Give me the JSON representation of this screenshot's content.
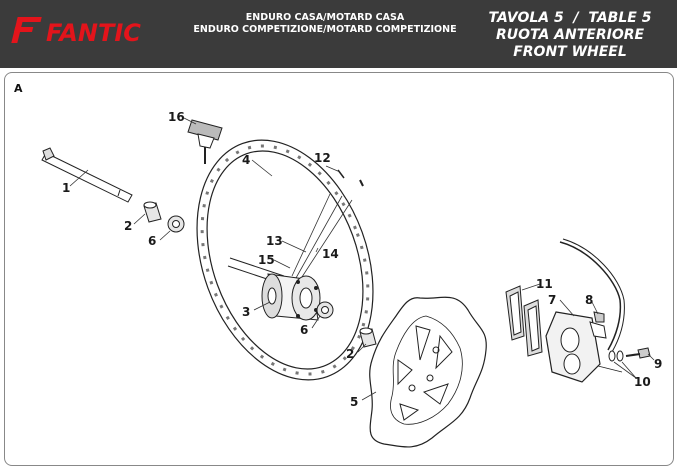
{
  "header": {
    "brand": "FANTIC",
    "models_line1": "ENDURO CASA/MOTARD CASA",
    "models_line2": "ENDURO COMPETIZIONE/MOTARD COMPETIZIONE",
    "title_line1": "TAVOLA 5  /  TABLE 5",
    "title_line2": "RUOTA ANTERIORE",
    "title_line3": "FRONT WHEEL"
  },
  "section_letter": "A",
  "callouts": {
    "axle": "1",
    "spacer_left": "2",
    "spacer_right": "2",
    "hub": "3",
    "rim": "4",
    "brake_disc": "5",
    "bearing_left": "6",
    "bearing_right": "6",
    "brake_caliper": "7",
    "bleed_screw": "8",
    "banjo_bolt": "9",
    "washers": "10",
    "brake_pads": "11",
    "nipple": "12",
    "spoke_a": "13",
    "spoke_b": "14",
    "spoke_c": "15",
    "valve_tire": "16"
  },
  "colors": {
    "header_bg": "#3b3b3b",
    "brand_red": "#e3141b",
    "line": "#222222"
  }
}
